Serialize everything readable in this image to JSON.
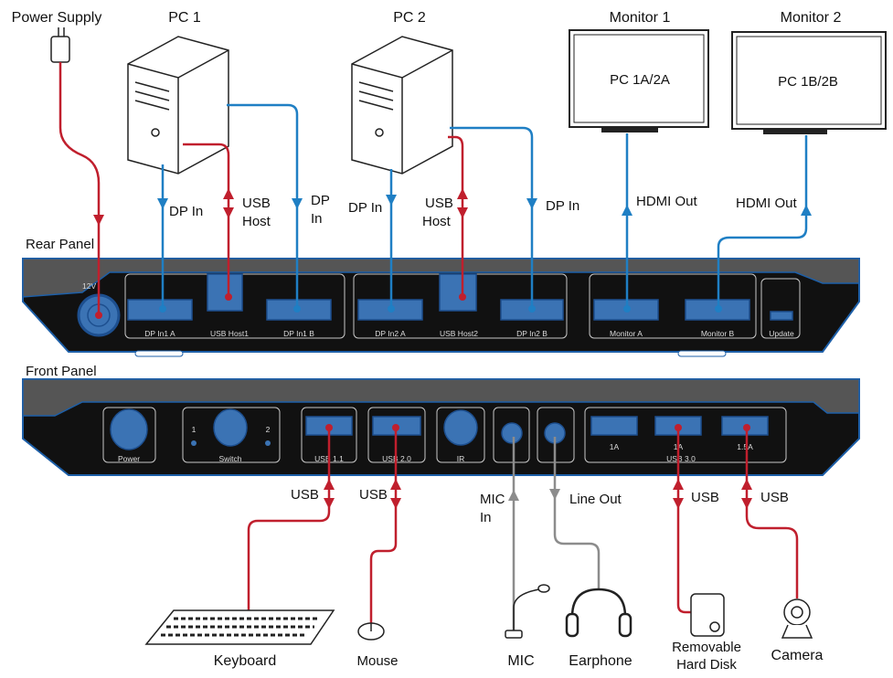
{
  "titles": {
    "power_supply": "Power Supply",
    "pc1": "PC 1",
    "pc2": "PC 2",
    "monitor1": "Monitor 1",
    "monitor2": "Monitor 2",
    "rear_panel": "Rear Panel",
    "front_panel": "Front Panel"
  },
  "monitor_screens": {
    "m1": "PC 1A/2A",
    "m2": "PC 1B/2B"
  },
  "connections": {
    "dp_in": "DP In",
    "usb": "USB",
    "host": "Host",
    "dp": "DP",
    "in": "In",
    "hdmi_out": "HDMI Out",
    "mic": "MIC",
    "line_out": "Line Out"
  },
  "rear_ports": {
    "v12": "12V",
    "dp_in1a": "DP In1 A",
    "usb_host1": "USB Host1",
    "dp_in1b": "DP In1 B",
    "dp_in2a": "DP In2 A",
    "usb_host2": "USB Host2",
    "dp_in2b": "DP In2 B",
    "monitor_a": "Monitor A",
    "monitor_b": "Monitor B",
    "update": "Update"
  },
  "front_ports": {
    "power": "Power",
    "switch": "Switch",
    "sw1": "1",
    "sw2": "2",
    "usb11": "USB 1.1",
    "usb20": "USB 2.0",
    "ir": "IR",
    "usb30": "USB 3.0",
    "a1": "1A",
    "a2": "1A",
    "a3": "1.5A"
  },
  "devices": {
    "keyboard": "Keyboard",
    "mouse": "Mouse",
    "mic": "MIC",
    "earphone": "Earphone",
    "removable": "Removable",
    "hard_disk": "Hard Disk",
    "camera": "Camera"
  },
  "colors": {
    "video": "#1f7fc4",
    "usb_power": "#c01f2d",
    "audio": "#8c8c8c",
    "panel": "#111111",
    "port": "#3b73b4"
  }
}
